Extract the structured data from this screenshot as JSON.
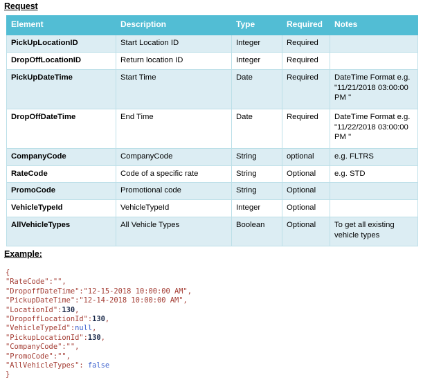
{
  "document": {
    "request_heading": "Request",
    "example_heading": "Example:"
  },
  "table": {
    "columns": [
      "Element",
      "Description",
      "Type",
      "Required",
      "Notes"
    ],
    "rows": [
      {
        "element": "PickUpLocationID",
        "description": "Start Location ID",
        "type": "Integer",
        "required": "Required",
        "notes": ""
      },
      {
        "element": "DropOffLocationID",
        "description": "Return location ID",
        "type": "Integer",
        "required": "Required",
        "notes": ""
      },
      {
        "element": "PickUpDateTime",
        "description": "Start Time",
        "type": "Date",
        "required": "Required",
        "notes": "DateTime Format e.g. \"11/21/2018 03:00:00 PM \""
      },
      {
        "element": "DropOffDateTime",
        "description": "End  Time",
        "type": "Date",
        "required": "Required",
        "notes": "DateTime Format e.g. \"11/22/2018 03:00:00 PM \""
      },
      {
        "element": "CompanyCode",
        "description": "CompanyCode",
        "type": "String",
        "required": "optional",
        "notes": "e.g. FLTRS"
      },
      {
        "element": "RateCode",
        "description": "Code of a specific rate",
        "type": "String",
        "required": "Optional",
        "notes": "e.g. STD"
      },
      {
        "element": "PromoCode",
        "description": "Promotional code",
        "type": "String",
        "required": "Optional",
        "notes": ""
      },
      {
        "element": "VehicleTypeId",
        "description": "VehicleTypeId",
        "type": "Integer",
        "required": "Optional",
        "notes": ""
      },
      {
        "element": "AllVehicleTypes",
        "description": "All Vehicle Types",
        "type": "Boolean",
        "required": "Optional",
        "notes": "To get all existing vehicle types"
      }
    ]
  },
  "example": {
    "lines": [
      "{",
      "\"RateCode\":\"\",",
      "\"DropoffDateTime\":\"12-15-2018 10:00:00 AM\",",
      "\"PickupDateTime\":\"12-14-2018 10:00:00 AM\",",
      "\"LocationId\":130,",
      "\"DropoffLocationId\":130,",
      "\"VehicleTypeId\":null,",
      "\"PickupLocationId\":130,",
      "\"CompanyCode\":\"\",",
      "\"PromoCode\":\"\",",
      "\"AllVehicleTypes\": false",
      "}"
    ]
  },
  "colors": {
    "header_background": "#52bdd4",
    "row_tint": "#dcedf3",
    "row_plain": "#ffffff",
    "border": "#bcdfe8",
    "code_string": "#a33b32",
    "code_number": "#1b2a4a",
    "code_keyword": "#3a5fcd"
  }
}
